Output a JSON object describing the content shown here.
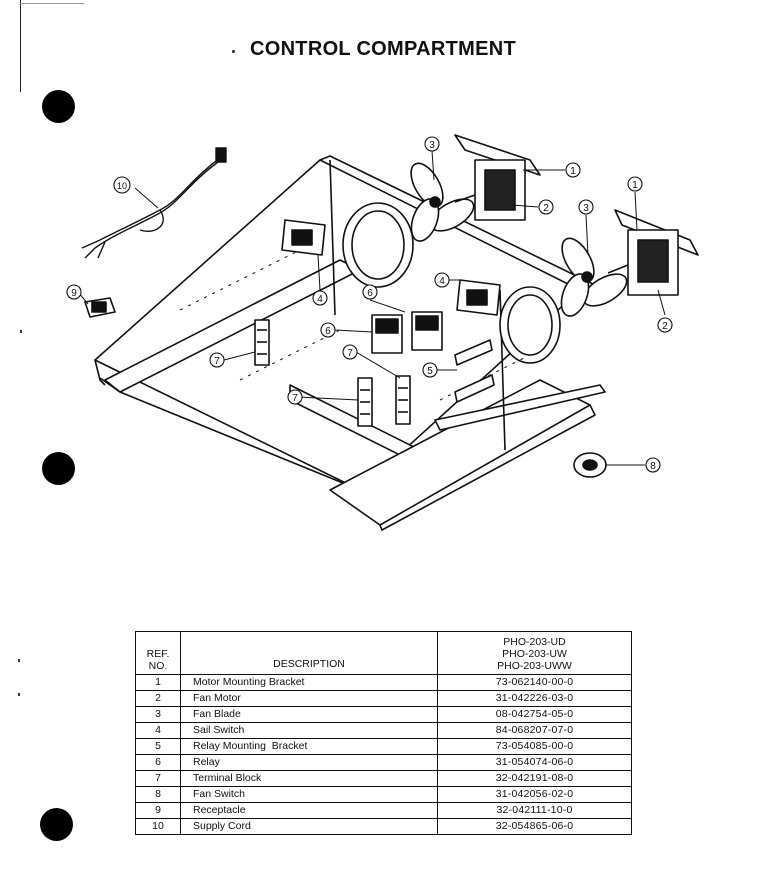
{
  "page": {
    "title": "CONTROL COMPARTMENT"
  },
  "diagram": {
    "callouts": [
      "1",
      "2",
      "3",
      "4",
      "5",
      "6",
      "7",
      "8",
      "9",
      "10"
    ]
  },
  "parts_table": {
    "headers": {
      "ref_line1": "REF.",
      "ref_line2": "NO.",
      "description": "DESCRIPTION",
      "models": [
        "PHO-203-UD",
        "PHO-203-UW",
        "PHO-203-UWW"
      ]
    },
    "rows": [
      {
        "ref": "1",
        "description": "Motor Mounting Bracket",
        "part": "73-062140-00-0"
      },
      {
        "ref": "2",
        "description": "Fan Motor",
        "part": "31-042226-03-0"
      },
      {
        "ref": "3",
        "description": "Fan Blade",
        "part": "08-042754-05-0"
      },
      {
        "ref": "4",
        "description": "Sail Switch",
        "part": "84-068207-07-0"
      },
      {
        "ref": "5",
        "description": "Relay Mounting  Bracket",
        "part": "73-054085-00-0"
      },
      {
        "ref": "6",
        "description": "Relay",
        "part": "31-054074-06-0"
      },
      {
        "ref": "7",
        "description": "Terminal Block",
        "part": "32-042191-08-0"
      },
      {
        "ref": "8",
        "description": "Fan Switch",
        "part": "31-042056-02-0"
      },
      {
        "ref": "9",
        "description": "Receptacle",
        "part": "32-042111-10-0"
      },
      {
        "ref": "10",
        "description": "Supply Cord",
        "part": "32-054865-06-0"
      }
    ]
  }
}
